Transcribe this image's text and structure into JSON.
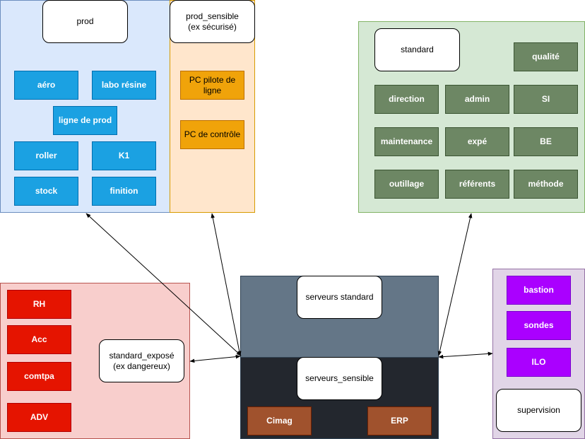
{
  "zones": {
    "prod": {
      "title": "prod",
      "items": [
        "aéro",
        "labo résine",
        "ligne de prod",
        "roller",
        "K1",
        "stock",
        "finition"
      ]
    },
    "prod_sensible": {
      "title": "prod_sensible\n(ex sécurisé)",
      "items": [
        "PC pilote de\nligne",
        "PC de contrôle"
      ]
    },
    "standard": {
      "title": "standard",
      "items": [
        "qualité",
        "direction",
        "admin",
        "SI",
        "maintenance",
        "expé",
        "BE",
        "outillage",
        "référents",
        "méthode"
      ]
    },
    "standard_expose": {
      "title": "standard_exposé\n(ex dangereux)",
      "items": [
        "RH",
        "Acc",
        "comtpa",
        "ADV"
      ]
    },
    "serveurs": {
      "standard_title": "serveurs standard",
      "sensible_title": "serveurs_sensible",
      "items": [
        "Cimag",
        "ERP"
      ]
    },
    "admin_zone": {
      "items": [
        "bastion",
        "sondes",
        "ILO"
      ],
      "supervision": "supervision"
    }
  },
  "colors": {
    "prod_bg": "#dae8fc",
    "prod_sensible_bg": "#ffe6cc",
    "standard_bg": "#d5e8d4",
    "standard_expose_bg": "#f8cecc",
    "serveurs_standard_bg": "#647687",
    "serveurs_sensible_bg": "#23272e",
    "admin_bg": "#e1d5e7"
  }
}
